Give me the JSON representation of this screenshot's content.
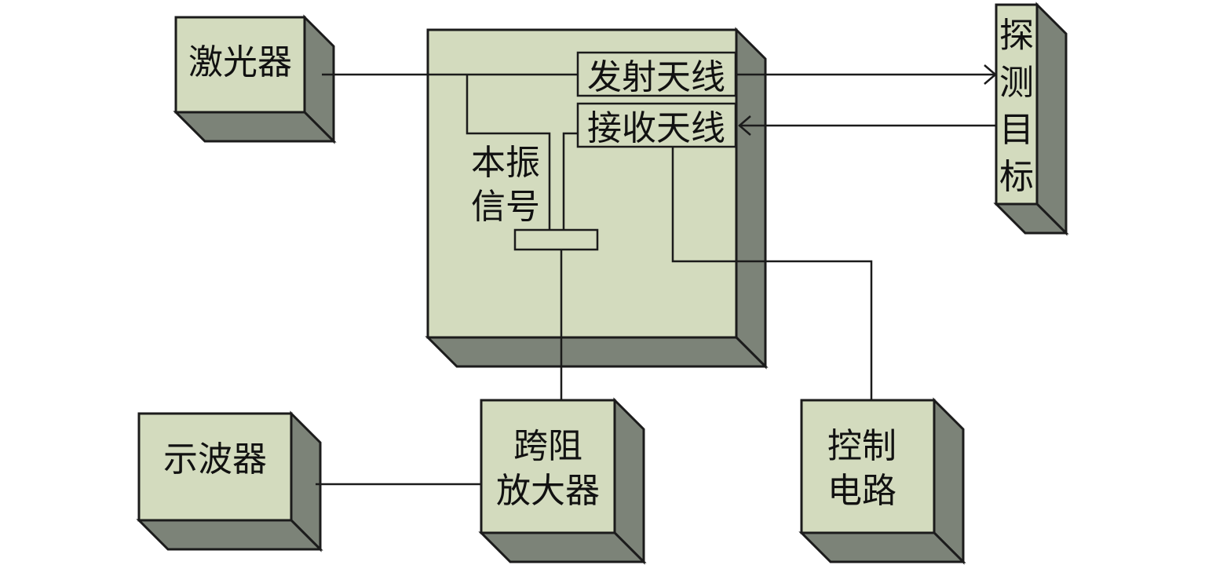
{
  "blocks": {
    "laser": "激光器",
    "oscilloscope": "示波器",
    "tia": [
      "跨阻",
      "放大器"
    ],
    "control": [
      "控制",
      "电路"
    ],
    "target": [
      "探",
      "测",
      "目",
      "标"
    ]
  },
  "module": {
    "tx_antenna": "发射天线",
    "rx_antenna": "接收天线",
    "lo_signal": [
      "本振",
      "信号"
    ]
  },
  "colors": {
    "block_face": "#d3dbbe",
    "block_side": "#7c8378",
    "line": "#1b1b1b"
  }
}
